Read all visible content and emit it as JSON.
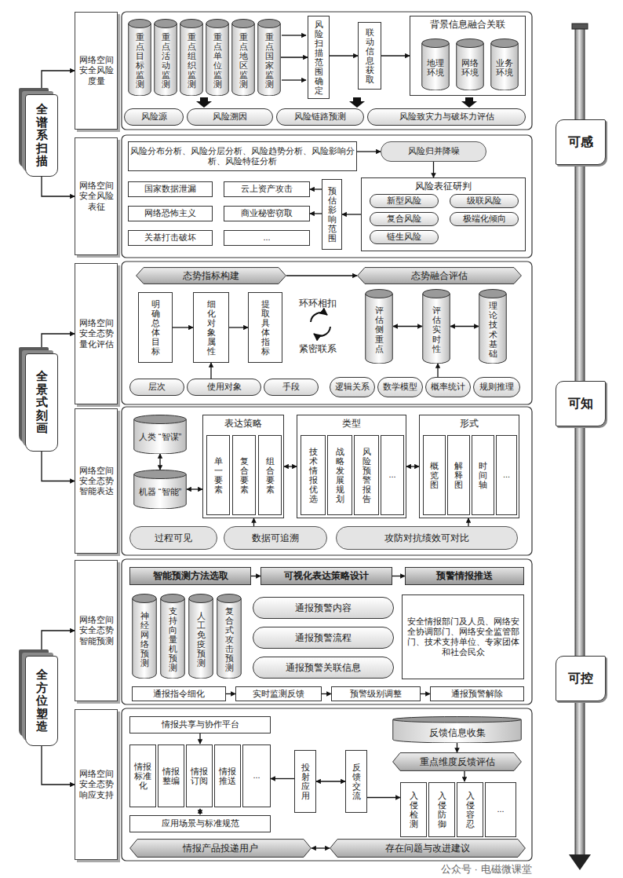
{
  "diagram": {
    "nodes": [
      {
        "text": [
          "全谱系扫描"
        ]
      },
      {
        "text": [
          "网络空间安全风险度量"
        ]
      },
      {
        "text": [
          "网络空间安全风险表征"
        ]
      },
      {
        "text": [
          "全景式刻画"
        ]
      },
      {
        "text": [
          "网络空间安全态势量化评估"
        ]
      },
      {
        "text": [
          "网络空间安全态势智能表达"
        ]
      },
      {
        "text": [
          "全方位塑造"
        ]
      },
      {
        "text": [
          "网络空间安全态势智能预测"
        ]
      },
      {
        "text": [
          "网络空间安全态势响应支持"
        ]
      },
      {
        "text": [
          "重点目标监测"
        ]
      },
      {
        "text": [
          "重点活动监测"
        ]
      },
      {
        "text": [
          "重点组织监测"
        ]
      },
      {
        "text": [
          "重点单位监测"
        ]
      },
      {
        "text": [
          "重点地区监测"
        ]
      },
      {
        "text": [
          "重点国家监测"
        ]
      },
      {
        "text": [
          "风险扫描范围确定"
        ]
      },
      {
        "text": [
          "联动信息获取"
        ]
      },
      {
        "text": [
          "背景信息融合关联"
        ]
      },
      {
        "text": [
          "地理环境"
        ],
        "in": 17
      },
      {
        "text": [
          "网络环境"
        ],
        "in": 17
      },
      {
        "text": [
          "业务环境"
        ],
        "in": 17
      },
      {
        "text": [
          "风险源"
        ]
      },
      {
        "text": [
          "风险溯因"
        ]
      },
      {
        "text": [
          "风险链路预测"
        ]
      },
      {
        "text": [
          "风险致灾力与破坏力评估"
        ]
      },
      {
        "text": [
          "风险分布分析、风险分层分析、风险趋势分析、风险影响分析、风险特征分析"
        ]
      },
      {
        "text": [
          "风险归并降噪"
        ]
      },
      {
        "text": [
          "风险表征研判"
        ]
      },
      {
        "text": [
          "新型风险"
        ],
        "in": 27
      },
      {
        "text": [
          "级联风险"
        ],
        "in": 27
      },
      {
        "text": [
          "复合风险"
        ],
        "in": 27
      },
      {
        "text": [
          "极端化倾向"
        ],
        "in": 27
      },
      {
        "text": [
          "链生风险"
        ],
        "in": 27
      },
      {
        "text": [
          "预估影响范围"
        ]
      },
      {
        "text": [
          "国家数据泄漏"
        ]
      },
      {
        "text": [
          "云上资产攻击"
        ]
      },
      {
        "text": [
          "网络恐怖主义"
        ]
      },
      {
        "text": [
          "商业秘密窃取"
        ]
      },
      {
        "text": [
          "关基打击破坏"
        ]
      },
      {
        "text": [
          "..."
        ]
      },
      {
        "text": [
          "态势指标构建"
        ]
      },
      {
        "text": [
          "态势融合评估"
        ]
      },
      {
        "text": [
          "明确总体目标"
        ]
      },
      {
        "text": [
          "细化对象属性"
        ]
      },
      {
        "text": [
          "提取具体指标"
        ]
      },
      {
        "text": [
          "评估侧重点"
        ]
      },
      {
        "text": [
          "评估实时性"
        ]
      },
      {
        "text": [
          "理论技术基础"
        ]
      },
      {
        "text": [
          "层次"
        ]
      },
      {
        "text": [
          "使用对象"
        ]
      },
      {
        "text": [
          "手段"
        ]
      },
      {
        "text": [
          "逻辑关系"
        ]
      },
      {
        "text": [
          "数学模型"
        ]
      },
      {
        "text": [
          "概率统计"
        ]
      },
      {
        "text": [
          "规则推理"
        ]
      },
      {
        "text": [
          "人类 “智谋”"
        ]
      },
      {
        "text": [
          "机器 “智能”"
        ]
      },
      {
        "text": [
          "表达策略"
        ]
      },
      {
        "text": [
          "单一要素"
        ],
        "in": 57
      },
      {
        "text": [
          "复合要素"
        ],
        "in": 57
      },
      {
        "text": [
          "组合要素"
        ],
        "in": 57
      },
      {
        "text": [
          "类型"
        ]
      },
      {
        "text": [
          "技术情报优选"
        ],
        "in": 61
      },
      {
        "text": [
          "战略发展规划"
        ],
        "in": 61
      },
      {
        "text": [
          "风险预警报告"
        ],
        "in": 61
      },
      {
        "text": [
          "..."
        ],
        "in": 61
      },
      {
        "text": [
          "形式"
        ]
      },
      {
        "text": [
          "概览图"
        ],
        "in": 66
      },
      {
        "text": [
          "解释图"
        ],
        "in": 66
      },
      {
        "text": [
          "时间轴"
        ],
        "in": 66
      },
      {
        "text": [
          "..."
        ],
        "in": 66
      },
      {
        "text": [
          "过程可见"
        ]
      },
      {
        "text": [
          "数据可追溯"
        ]
      },
      {
        "text": [
          "攻防对抗绩效可对比"
        ]
      },
      {
        "text": [
          "智能预测方法选取"
        ]
      },
      {
        "text": [
          "可视化表达策略设计"
        ]
      },
      {
        "text": [
          "预警情报推送"
        ]
      },
      {
        "text": [
          "神经网络预测"
        ]
      },
      {
        "text": [
          "支持向量机预测"
        ]
      },
      {
        "text": [
          "人工免疫预测"
        ]
      },
      {
        "text": [
          "复合式攻击预测"
        ]
      },
      {
        "text": [
          "通报预警内容"
        ]
      },
      {
        "text": [
          "通报预警流程"
        ]
      },
      {
        "text": [
          "通报预警关联信息"
        ]
      },
      {
        "text": [
          "安全情报部门及人员、网络安全协调部门、网络安全监管部门、技术支持单位、专家团体和社会民众"
        ]
      },
      {
        "text": [
          "通报指令细化"
        ]
      },
      {
        "text": [
          "实时监测反馈"
        ]
      },
      {
        "text": [
          "预警级别调整"
        ]
      },
      {
        "text": [
          "通报预警解除"
        ]
      },
      {
        "text": [
          "情报共享与协作平台"
        ]
      },
      {
        "text": [
          "情报标准化"
        ]
      },
      {
        "text": [
          "情报整编"
        ]
      },
      {
        "text": [
          "情报订阅"
        ]
      },
      {
        "text": [
          "情报推送"
        ]
      },
      {
        "text": [
          "..."
        ]
      },
      {
        "text": [
          "应用场景与标准规范"
        ]
      },
      {
        "text": [
          "投射应用"
        ]
      },
      {
        "text": [
          "反馈交流"
        ]
      },
      {
        "text": [
          "反馈信息收集"
        ]
      },
      {
        "text": [
          "重点维度反馈评估"
        ]
      },
      {
        "text": [
          "入侵检测"
        ]
      },
      {
        "text": [
          "入侵防御"
        ]
      },
      {
        "text": [
          "入侵容忍"
        ]
      },
      {
        "text": [
          "..."
        ]
      },
      {
        "text": [
          "情报产品投递用户"
        ]
      },
      {
        "text": [
          "存在问题与改进建议"
        ]
      },
      {
        "text": [
          "可感"
        ]
      },
      {
        "text": [
          "可知"
        ]
      },
      {
        "text": [
          "可控"
        ]
      }
    ],
    "edges": [
      {
        "from": 0,
        "to": 1,
        "arrow": "to"
      },
      {
        "from": 0,
        "to": 2,
        "arrow": "to"
      },
      {
        "from": 3,
        "to": 4,
        "arrow": "to"
      },
      {
        "from": 3,
        "to": 5,
        "arrow": "to"
      },
      {
        "from": 6,
        "to": 7,
        "arrow": "to"
      },
      {
        "from": 6,
        "to": 8,
        "arrow": "to"
      },
      {
        "from": 14,
        "to": 15,
        "arrow": "to"
      },
      {
        "from": 15,
        "to": 16,
        "arrow": "to"
      },
      {
        "from": 16,
        "to": 17,
        "arrow": "to"
      },
      {
        "from": 25,
        "to": 26,
        "arrow": "to"
      },
      {
        "from": 26,
        "to": 27,
        "arrow": "to"
      },
      {
        "from": 27,
        "to": 33,
        "arrow": "to"
      },
      {
        "from": 33,
        "to": 35,
        "arrow": "to"
      },
      {
        "from": 33,
        "to": 37,
        "arrow": "to"
      },
      {
        "from": 40,
        "to": 41,
        "arrow": "to"
      },
      {
        "from": 42,
        "to": 43,
        "arrow": "to"
      },
      {
        "from": 43,
        "to": 44,
        "arrow": "to"
      },
      {
        "from": 45,
        "to": 46,
        "arrow": "both"
      },
      {
        "from": 46,
        "to": 47,
        "arrow": "both"
      },
      {
        "from": 49,
        "to": 43,
        "arrow": "to"
      },
      {
        "from": 53,
        "to": 46,
        "arrow": "to"
      },
      {
        "from": 55,
        "to": 56,
        "arrow": "both"
      },
      {
        "from": 56,
        "to": 57,
        "arrow": "both"
      },
      {
        "from": 57,
        "to": 61,
        "arrow": "both"
      },
      {
        "from": 61,
        "to": 66,
        "arrow": "both"
      },
      {
        "from": 72,
        "to": 57,
        "arrow": "to"
      },
      {
        "from": 73,
        "to": 66,
        "arrow": "to"
      },
      {
        "from": 74,
        "to": 75,
        "arrow": "to"
      },
      {
        "from": 75,
        "to": 76,
        "arrow": "to"
      },
      {
        "from": 85,
        "to": 86,
        "arrow": "to"
      },
      {
        "from": 86,
        "to": 87,
        "arrow": "to"
      },
      {
        "from": 87,
        "to": 88,
        "arrow": "to"
      },
      {
        "from": 96,
        "to": 97,
        "arrow": "both"
      },
      {
        "from": 104,
        "to": 105,
        "arrow": "both"
      },
      {
        "from": 98,
        "to": 99,
        "arrow": "to"
      },
      {
        "from": 96,
        "to": 94,
        "arrow": "to"
      },
      {
        "from": 97,
        "to": 100,
        "arrow": "to"
      }
    ],
    "labels": [
      "环环相扣",
      "紧密联系",
      "公众号 · 电磁微课堂"
    ]
  }
}
